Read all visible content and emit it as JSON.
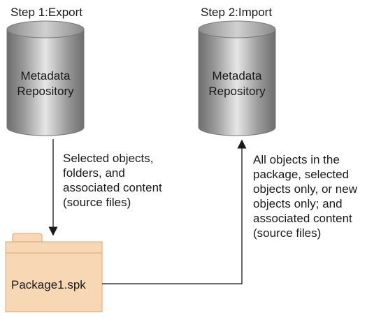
{
  "steps": {
    "export_title": "Step 1:Export",
    "import_title": "Step 2:Import"
  },
  "repositories": {
    "export": {
      "line1": "Metadata",
      "line2": "Repository"
    },
    "import": {
      "line1": "Metadata",
      "line2": "Repository"
    }
  },
  "flows": {
    "export_description": "Selected objects,\nfolders, and\nassociated content\n(source files)",
    "import_description": "All objects in the\npackage, selected\nobjects only, or new\nobjects only; and\nassociated content\n(source files)"
  },
  "package": {
    "label": "Package1.spk"
  },
  "colors": {
    "cylinder_dark": "#6f6f6f",
    "cylinder_light": "#e4e4e4",
    "package_fill": "#f8d7b4",
    "package_stroke": "#d8a57a",
    "arrow": "#1a1a1a"
  }
}
